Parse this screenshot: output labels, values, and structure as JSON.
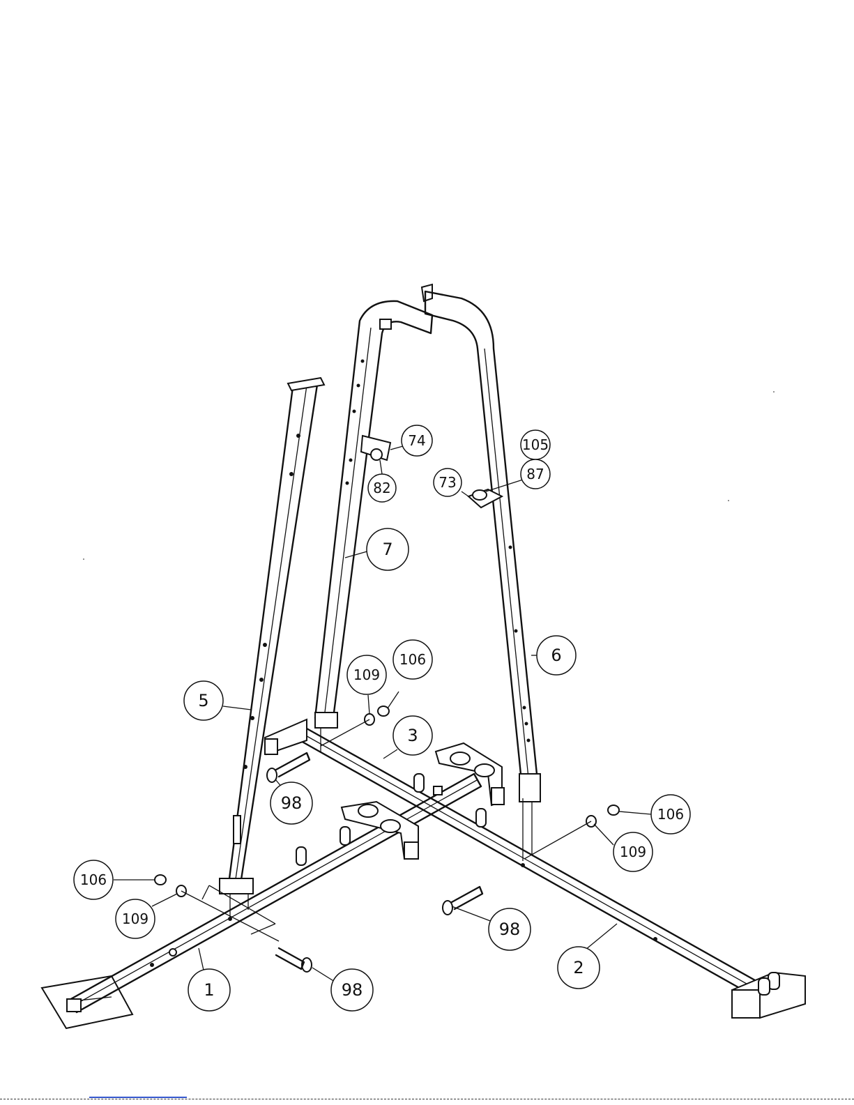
{
  "diagram": {
    "type": "exploded-assembly",
    "callouts": [
      {
        "label": "74",
        "target": "cap-bracket-upper"
      },
      {
        "label": "82",
        "target": "cap-bracket-bolt"
      },
      {
        "label": "105",
        "target": "upright-hardware"
      },
      {
        "label": "73",
        "target": "side-bracket"
      },
      {
        "label": "87",
        "target": "side-bracket-bolt"
      },
      {
        "label": "7",
        "target": "upright-frame-front"
      },
      {
        "label": "6",
        "target": "upright-frame-rear"
      },
      {
        "label": "106",
        "target": "nut-center"
      },
      {
        "label": "109",
        "target": "washer-center"
      },
      {
        "label": "5",
        "target": "rear-post"
      },
      {
        "label": "3",
        "target": "cross-tube"
      },
      {
        "label": "98",
        "target": "bolt-center"
      },
      {
        "label": "106",
        "target": "nut-right"
      },
      {
        "label": "109",
        "target": "washer-right"
      },
      {
        "label": "106",
        "target": "nut-left"
      },
      {
        "label": "109",
        "target": "washer-left"
      },
      {
        "label": "98",
        "target": "bolt-right"
      },
      {
        "label": "98",
        "target": "bolt-left"
      },
      {
        "label": "1",
        "target": "base-tube-left"
      },
      {
        "label": "2",
        "target": "base-tube-right"
      }
    ]
  }
}
